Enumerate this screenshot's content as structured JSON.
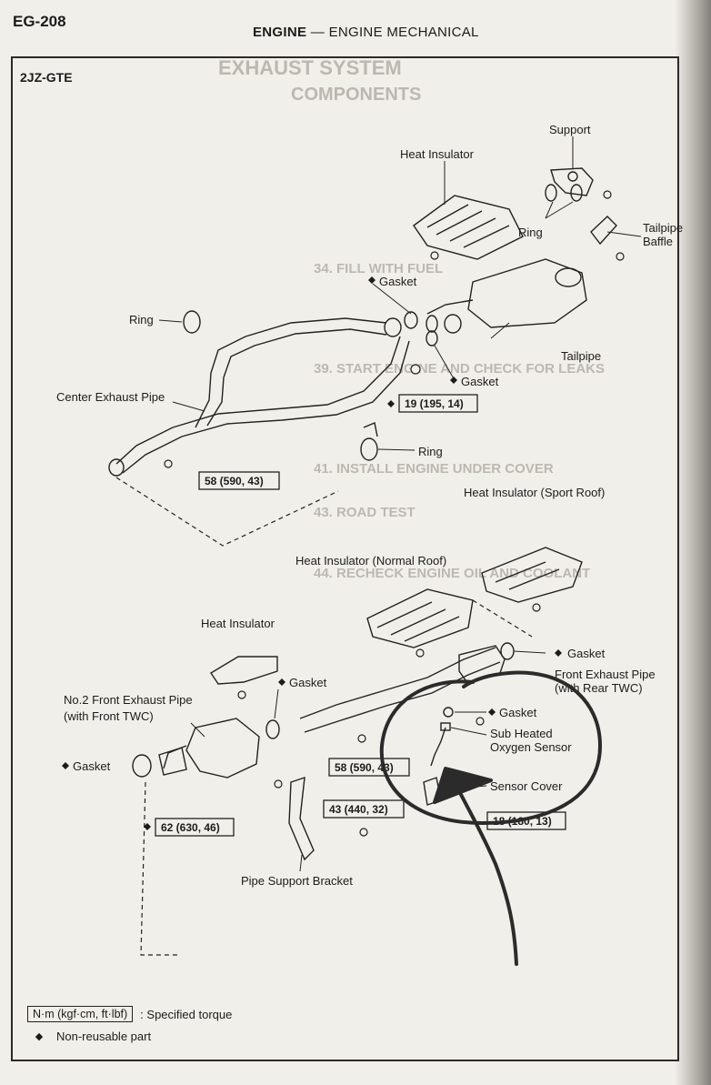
{
  "page": {
    "page_id": "EG-208",
    "header": {
      "section": "ENGINE",
      "separator": "—",
      "subsection": "ENGINE MECHANICAL"
    },
    "model": "2JZ-GTE"
  },
  "labels": {
    "support": "Support",
    "heat_insulator_top": "Heat Insulator",
    "tailpipe_baffle_1": "Tailpipe",
    "tailpipe_baffle_2": "Baffle",
    "ring_top": "Ring",
    "gasket_top": "Gasket",
    "ring_left": "Ring",
    "tailpipe": "Tailpipe",
    "gasket_mid": "Gasket",
    "center_exhaust_pipe": "Center Exhaust Pipe",
    "ring_lower": "Ring",
    "heat_insulator_sport": "Heat Insulator (Sport Roof)",
    "heat_insulator_normal": "Heat Insulator (Normal Roof)",
    "heat_insulator_left": "Heat Insulator",
    "gasket_right": "Gasket",
    "front_exhaust_pipe_1": "Front Exhaust Pipe",
    "front_exhaust_pipe_2": "(with Rear TWC)",
    "gasket_left_mid": "Gasket",
    "no2_front_1": "No.2 Front Exhaust Pipe",
    "no2_front_2": "(with Front TWC)",
    "gasket_sensor": "Gasket",
    "sub_heated_1": "Sub Heated",
    "sub_heated_2": "Oxygen Sensor",
    "gasket_far_left": "Gasket",
    "sensor_cover": "Sensor Cover",
    "pipe_support_bracket": "Pipe Support Bracket"
  },
  "torques": {
    "t19": "19 (195, 14)",
    "t58a": "58 (590, 43)",
    "t58b": "58 (590, 43)",
    "t43": "43 (440, 32)",
    "t18": "18 (180, 13)",
    "t62": "62 (630, 46)"
  },
  "legend": {
    "unit_box": "N·m (kgf·cm, ft·lbf)",
    "specified_torque": ": Specified torque",
    "non_reusable": "Non-reusable part"
  },
  "colors": {
    "paper": "#f1efe9",
    "ink": "#1c1c1c",
    "marker": "#2b2b2b"
  }
}
